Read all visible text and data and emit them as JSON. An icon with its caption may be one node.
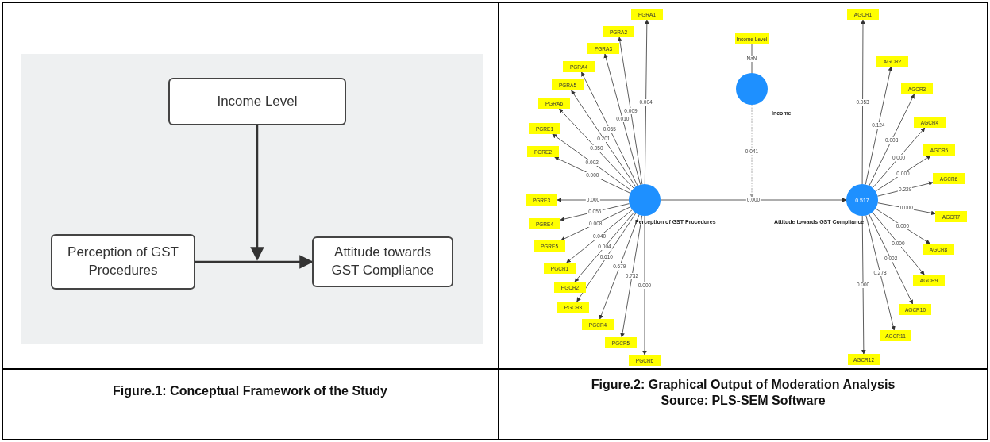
{
  "diagram": {
    "nodes": [
      {
        "text": [
          "Income Level"
        ]
      },
      {
        "text": [
          "Perception of GST Procedures"
        ]
      },
      {
        "text": [
          "Attitude towards GST Compliance"
        ]
      },
      {
        "text": [
          "Income Level"
        ]
      },
      {
        "text": [],
        "shape": "circle",
        "beside": [
          "Income"
        ]
      },
      {
        "text": [],
        "shape": "circle",
        "beside": [
          "Perception of GST Procedures"
        ]
      },
      {
        "text": [
          "0.517"
        ],
        "beside": [
          "Attitude towards GST Compliance"
        ]
      },
      {
        "text": [
          "PGRA1"
        ]
      },
      {
        "text": [
          "PGRA2"
        ]
      },
      {
        "text": [
          "PGRA3"
        ]
      },
      {
        "text": [
          "PGRA4"
        ]
      },
      {
        "text": [
          "PGRA5"
        ]
      },
      {
        "text": [
          "PGRA6"
        ]
      },
      {
        "text": [
          "PGRE1"
        ]
      },
      {
        "text": [
          "PGRE2"
        ]
      },
      {
        "text": [
          "PGRE3"
        ]
      },
      {
        "text": [
          "PGRE4"
        ]
      },
      {
        "text": [
          "PGRE5"
        ]
      },
      {
        "text": [
          "PGCR1"
        ]
      },
      {
        "text": [
          "PGCR2"
        ]
      },
      {
        "text": [
          "PGCR3"
        ]
      },
      {
        "text": [
          "PGCR4"
        ]
      },
      {
        "text": [
          "PGCR5"
        ]
      },
      {
        "text": [
          "PGCR6"
        ]
      },
      {
        "text": [
          "AGCR1"
        ]
      },
      {
        "text": [
          "AGCR2"
        ]
      },
      {
        "text": [
          "AGCR3"
        ]
      },
      {
        "text": [
          "AGCR4"
        ]
      },
      {
        "text": [
          "AGCR5"
        ]
      },
      {
        "text": [
          "AGCR6"
        ]
      },
      {
        "text": [
          "AGCR7"
        ]
      },
      {
        "text": [
          "AGCR8"
        ]
      },
      {
        "text": [
          "AGCR9"
        ]
      },
      {
        "text": [
          "AGCR10"
        ]
      },
      {
        "text": [
          "AGCR11"
        ]
      },
      {
        "text": [
          "AGCR12"
        ]
      }
    ],
    "edges": [
      {
        "from": 1,
        "to": 2,
        "arrow": "to"
      },
      {
        "from": 0,
        "to": null,
        "arrow": "to"
      },
      {
        "from": 4,
        "to": 3,
        "arrow": "none",
        "label": "NaN"
      },
      {
        "from": 5,
        "to": 6,
        "arrow": "to",
        "label": "0.000"
      },
      {
        "from": 4,
        "to": null,
        "arrow": "to",
        "label": "0.041",
        "style": "dashed",
        "color": "#9a9a9a"
      },
      {
        "from": 5,
        "to": 7,
        "arrow": "to",
        "label": "0.004"
      },
      {
        "from": 5,
        "to": 8,
        "arrow": "to",
        "label": "0.009"
      },
      {
        "from": 5,
        "to": 9,
        "arrow": "to",
        "label": "0.010"
      },
      {
        "from": 5,
        "to": 10,
        "arrow": "to",
        "label": "0.065"
      },
      {
        "from": 5,
        "to": 11,
        "arrow": "to",
        "label": "0.201"
      },
      {
        "from": 5,
        "to": 12,
        "arrow": "to",
        "label": "0.050"
      },
      {
        "from": 5,
        "to": 13,
        "arrow": "to",
        "label": "0.002"
      },
      {
        "from": 5,
        "to": 14,
        "arrow": "to",
        "label": "0.000"
      },
      {
        "from": 5,
        "to": 15,
        "arrow": "to",
        "label": "0.000"
      },
      {
        "from": 5,
        "to": 16,
        "arrow": "to",
        "label": "0.056"
      },
      {
        "from": 5,
        "to": 17,
        "arrow": "to",
        "label": "0.008"
      },
      {
        "from": 5,
        "to": 18,
        "arrow": "to",
        "label": "0.040"
      },
      {
        "from": 5,
        "to": 19,
        "arrow": "to",
        "label": "0.004"
      },
      {
        "from": 5,
        "to": 20,
        "arrow": "to",
        "label": "0.610"
      },
      {
        "from": 5,
        "to": 21,
        "arrow": "to",
        "label": "0.679"
      },
      {
        "from": 5,
        "to": 22,
        "arrow": "to",
        "label": "0.732"
      },
      {
        "from": 5,
        "to": 23,
        "arrow": "to",
        "label": "0.000"
      },
      {
        "from": 6,
        "to": 24,
        "arrow": "to",
        "label": "0.053"
      },
      {
        "from": 6,
        "to": 25,
        "arrow": "to",
        "label": "0.124"
      },
      {
        "from": 6,
        "to": 26,
        "arrow": "to",
        "label": "0.003"
      },
      {
        "from": 6,
        "to": 27,
        "arrow": "to",
        "label": "0.000"
      },
      {
        "from": 6,
        "to": 28,
        "arrow": "to",
        "label": "0.000"
      },
      {
        "from": 6,
        "to": 29,
        "arrow": "to",
        "label": "0.229"
      },
      {
        "from": 6,
        "to": 30,
        "arrow": "to",
        "label": "0.000"
      },
      {
        "from": 6,
        "to": 31,
        "arrow": "to",
        "label": "0.000"
      },
      {
        "from": 6,
        "to": 32,
        "arrow": "to",
        "label": "0.000"
      },
      {
        "from": 6,
        "to": 33,
        "arrow": "to",
        "label": "0.002"
      },
      {
        "from": 6,
        "to": 34,
        "arrow": "to",
        "label": "0.278"
      },
      {
        "from": 6,
        "to": 35,
        "arrow": "to",
        "label": "0.000"
      }
    ],
    "labels": [
      "Figure.1: Conceptual Framework of the Study",
      "Figure.2: Graphical Output of Moderation Analysis",
      "Source: PLS-SEM Software"
    ]
  }
}
